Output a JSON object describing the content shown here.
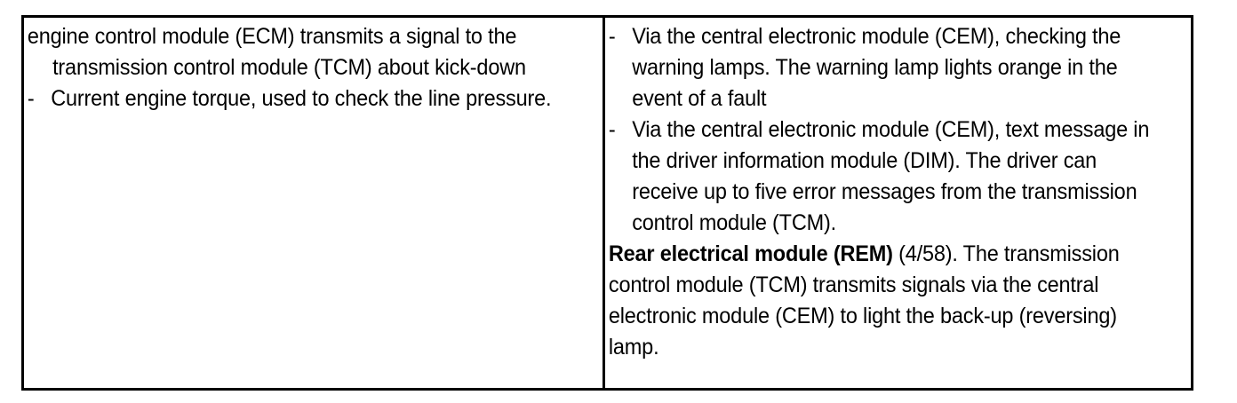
{
  "document": {
    "type": "two-column-table",
    "background_color": "#ffffff",
    "text_color": "#000000",
    "border_color": "#000000"
  },
  "table": {
    "columns": [
      {
        "name": "left-column",
        "blocks": [
          {
            "kind": "continuation",
            "bullet": "",
            "text": "engine control module (ECM) transmits a signal to the transmission control module (TCM) about kick-down"
          },
          {
            "kind": "bullet",
            "bullet": "-",
            "text": "Current engine torque, used to check the line pressure."
          }
        ]
      },
      {
        "name": "right-column",
        "blocks": [
          {
            "kind": "bullet",
            "bullet": "-",
            "text": "Via the central electronic module (CEM), checking the warning lamps. The warning lamp lights orange in the event of a fault"
          },
          {
            "kind": "bullet",
            "bullet": "-",
            "text": "Via the central electronic module (CEM), text message in the driver information module (DIM). The driver can receive up to five error messages from the transmission control module (TCM)."
          },
          {
            "kind": "paragraph",
            "bullet": "",
            "lead_bold": "Rear electrical module (REM)",
            "text": " (4/58). The transmission control module (TCM) transmits signals via the central electronic module (CEM) to light the back-up (reversing) lamp."
          }
        ]
      }
    ]
  }
}
